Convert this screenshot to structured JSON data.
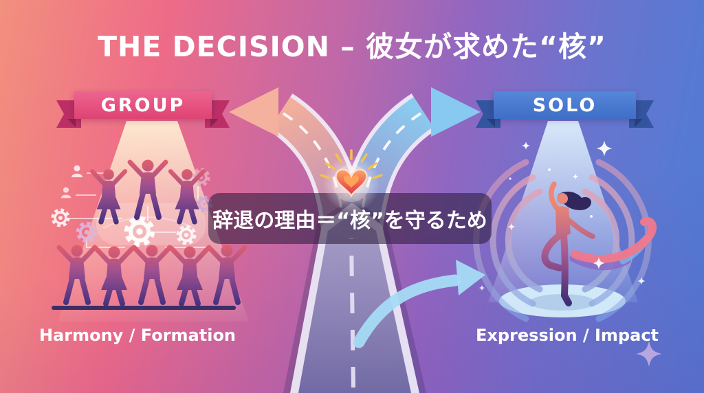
{
  "title": "THE DECISION – 彼女が求めた“核”",
  "left_path": {
    "banner_label": "GROUP",
    "caption": "Harmony / Formation"
  },
  "right_path": {
    "banner_label": "SOLO",
    "caption": "Expression / Impact"
  },
  "callout": {
    "text": "辞退の理由＝“核”を守るため"
  },
  "icons": {
    "heart": "glowing-heart-badge",
    "rays": "sunburst-rays",
    "gear": "gear-icon",
    "user": "user-profile-icon",
    "sparkle": "four-point-sparkle",
    "fork": "forked-road-with-arrows"
  },
  "colors": {
    "bg_top_left": "#F2907E",
    "bg_bottom_left": "#EF5E80",
    "bg_top_right": "#4B7DD6",
    "bg_bottom_right": "#6E5FBA",
    "group_ribbon": "#E7537E",
    "group_ribbon_shadow": "#BC2F66",
    "solo_ribbon": "#4B7ED1",
    "solo_ribbon_shadow": "#33549F",
    "left_arrow": "#F3B19E",
    "right_arrow": "#87C9F0",
    "road": "#665D95",
    "callout_bg": "rgba(44,27,61,0.58)",
    "heart_core": "#E8484F",
    "ray_yellow": "#F5C14C"
  }
}
